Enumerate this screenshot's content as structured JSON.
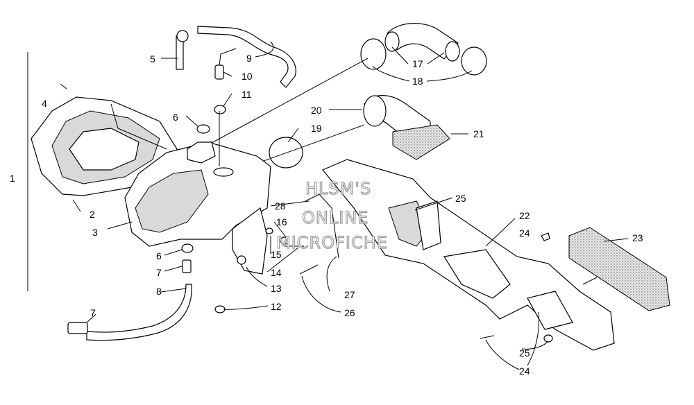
{
  "callouts": {
    "c1": "1",
    "c2": "2",
    "c3": "3",
    "c4": "4",
    "c5": "5",
    "c6a": "6",
    "c6b": "6",
    "c7a": "7",
    "c7b": "7",
    "c8": "8",
    "c9": "9",
    "c10": "10",
    "c11": "11",
    "c12": "12",
    "c13": "13",
    "c14": "14",
    "c15": "15",
    "c16": "16",
    "c17": "17",
    "c18": "18",
    "c19": "19",
    "c20": "20",
    "c21": "21",
    "c22": "22",
    "c23": "23",
    "c24a": "24",
    "c24b": "24",
    "c25a": "25",
    "c25b": "25",
    "c26": "26",
    "c27": "27",
    "c28": "28"
  },
  "watermark": {
    "line1": "HLSM'S",
    "line2": "ONLINE",
    "line3": "MICROFICHE"
  },
  "colors": {
    "ink": "#000000",
    "watermark": "#9a9a9a"
  }
}
